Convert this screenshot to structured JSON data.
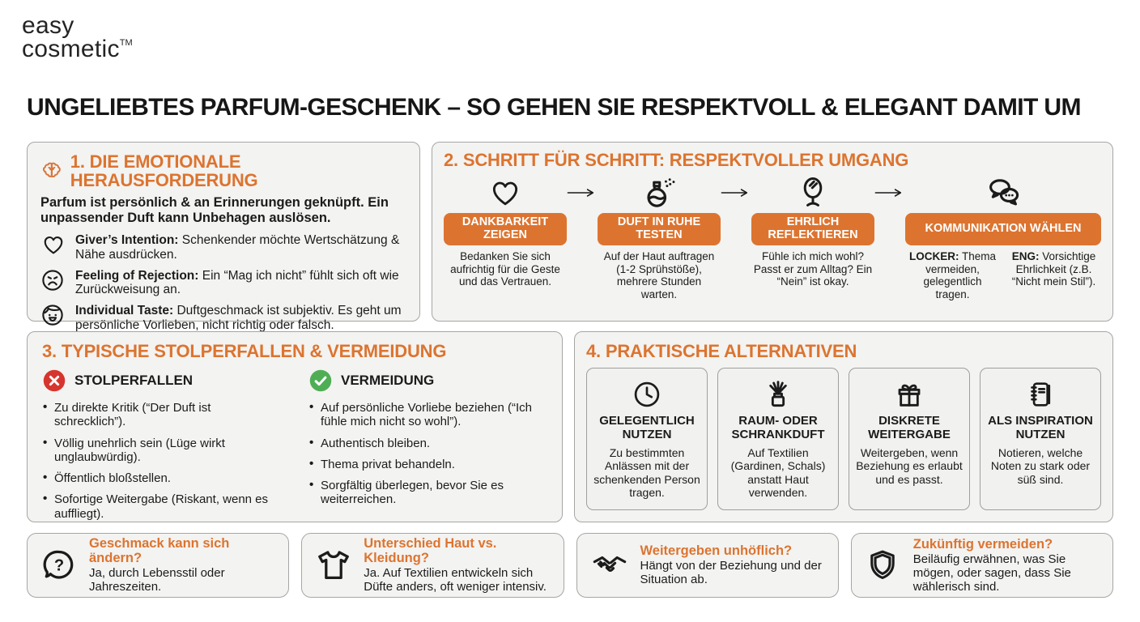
{
  "colors": {
    "accent": "#DC7430",
    "danger": "#D6352F",
    "success": "#4FAE55",
    "card_bg": "#F3F3F1",
    "card_border": "#A6A6A4",
    "text": "#1B1B1B"
  },
  "brand": {
    "line1": "easy",
    "line2": "cosmetic",
    "trademark": "TM"
  },
  "title": "UNGELIEBTES PARFUM-GESCHENK – SO GEHEN SIE RESPEKTVOLL & ELEGANT DAMIT UM",
  "section1": {
    "title": "1. DIE EMOTIONALE HERAUSFORDERUNG",
    "icon": "brain-icon",
    "intro": "Parfum ist persönlich & an Erinnerungen geknüpft. Ein unpassender Duft kann Unbehagen auslösen.",
    "items": [
      {
        "icon": "heart-icon",
        "lead": "Giver’s Intention:",
        "text": "Schenkender möchte Wertschätzung & Nähe ausdrücken."
      },
      {
        "icon": "angry-face-icon",
        "lead": "Feeling of Rejection:",
        "text": "Ein “Mag ich nicht” fühlt sich oft wie Zurückweisung an."
      },
      {
        "icon": "happy-face-icon",
        "lead": "Individual Taste:",
        "text": "Duftgeschmack ist subjektiv. Es geht um persönliche Vorlieben, nicht richtig oder falsch."
      }
    ]
  },
  "section2": {
    "title": "2. SCHRITT FÜR SCHRITT: RESPEKTVOLLER UMGANG",
    "steps": [
      {
        "icon": "heart-icon",
        "label": "DANKBARKEIT ZEIGEN",
        "desc": "Bedanken Sie sich aufrichtig für die Geste und das Vertrauen."
      },
      {
        "icon": "perfume-spray-icon",
        "label": "DUFT IN RUHE TESTEN",
        "desc": "Auf der Haut auftragen (1-2 Sprühstöße), mehrere Stunden warten."
      },
      {
        "icon": "mirror-icon",
        "label": "EHRLICH REFLEKTIEREN",
        "desc": "Fühle ich mich wohl? Passt er zum Alltag? Ein “Nein” ist okay."
      },
      {
        "icon": "chat-bubbles-icon",
        "label": "KOMMUNIKATION WÄHLEN",
        "subs": [
          {
            "lead": "LOCKER:",
            "text": "Thema vermeiden, gelegentlich tragen."
          },
          {
            "lead": "ENG:",
            "text": "Vorsichtige Ehrlichkeit (z.B. “Nicht mein Stil”)."
          }
        ]
      }
    ]
  },
  "section3": {
    "title": "3. TYPISCHE STOLPERFALLEN & VERMEIDUNG",
    "left": {
      "icon": "x-circle-icon",
      "heading": "STOLPERFALLEN",
      "items": [
        "Zu direkte Kritik (“Der Duft ist schrecklich”).",
        "Völlig unehrlich sein (Lüge wirkt unglaubwürdig).",
        "Öffentlich bloßstellen.",
        "Sofortige Weitergabe (Riskant, wenn es auffliegt)."
      ]
    },
    "right": {
      "icon": "check-circle-icon",
      "heading": "VERMEIDUNG",
      "items": [
        "Auf persönliche Vorliebe beziehen (“Ich fühle mich nicht so wohl”).",
        "Authentisch bleiben.",
        "Thema privat behandeln.",
        "Sorgfältig überlegen, bevor Sie es weiterreichen."
      ]
    }
  },
  "section4": {
    "title": "4. PRAKTISCHE ALTERNATIVEN",
    "cards": [
      {
        "icon": "clock-icon",
        "title": "GELEGENTLICH NUTZEN",
        "text": "Zu bestimmten Anlässen mit der schenkenden Person tragen."
      },
      {
        "icon": "diffuser-icon",
        "title": "RAUM- ODER SCHRANKDUFT",
        "text": "Auf Textilien (Gardinen, Schals) anstatt Haut verwenden."
      },
      {
        "icon": "gift-icon",
        "title": "DISKRETE WEITERGABE",
        "text": "Weitergeben, wenn Beziehung es erlaubt und es passt."
      },
      {
        "icon": "notebook-icon",
        "title": "ALS INSPIRATION NUTZEN",
        "text": "Notieren, welche Noten zu stark oder süß sind."
      }
    ]
  },
  "faqs": [
    {
      "icon": "question-bubble-icon",
      "q": "Geschmack kann sich ändern?",
      "a": "Ja, durch Lebensstil oder Jahreszeiten."
    },
    {
      "icon": "tshirt-icon",
      "q": "Unterschied Haut vs. Kleidung?",
      "a": "Ja. Auf Textilien entwickeln sich Düfte anders, oft weniger intensiv."
    },
    {
      "icon": "handshake-icon",
      "q": "Weitergeben unhöflich?",
      "a": "Hängt von der Beziehung und der Situation ab."
    },
    {
      "icon": "shield-icon",
      "q": "Zukünftig vermeiden?",
      "a": "Beiläufig erwähnen, was Sie mögen, oder sagen, dass Sie wählerisch sind."
    }
  ]
}
